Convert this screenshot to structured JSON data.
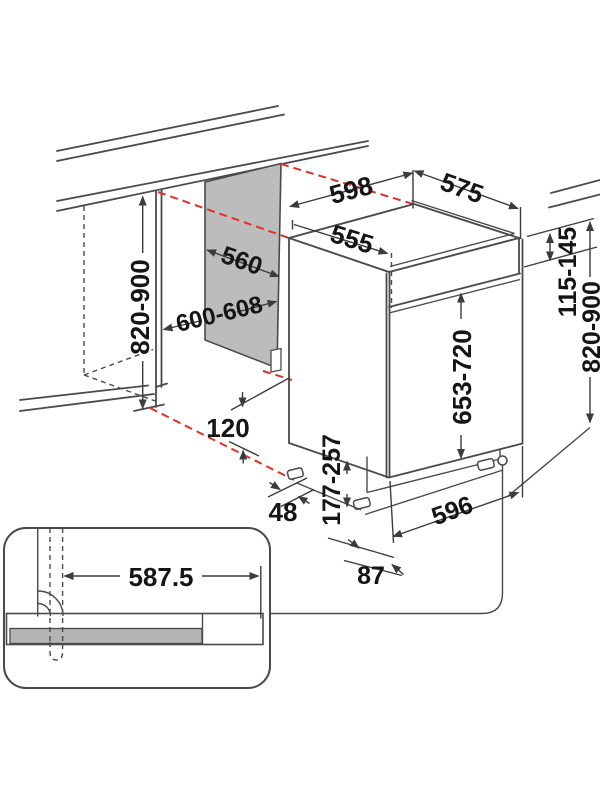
{
  "diagram": {
    "title": "built-under dishwasher installation dimensions drawing",
    "labels": {
      "top_width": "598",
      "total_depth": "575",
      "body_depth": "555",
      "niche_depth": "560",
      "niche_width": "600-608",
      "niche_height": "820-900",
      "top_adjust": "115-145",
      "overall_height": "820-900",
      "door_panel_height": "653-720",
      "plinth_height": "177-257",
      "plinth_recess": "120",
      "side_clearance": "48",
      "base_width": "596",
      "base_offset": "87",
      "detail_width": "587.5"
    },
    "colors": {
      "red": "#e03127",
      "panel_gray": "#bcbcbc",
      "bar_gray": "#b5b5b5",
      "line": "#4a4a4a"
    }
  }
}
